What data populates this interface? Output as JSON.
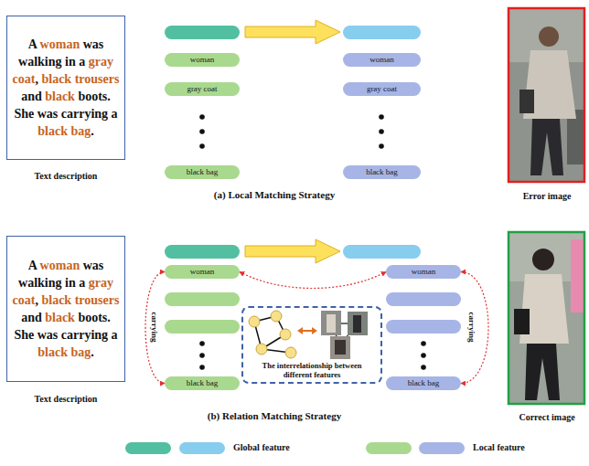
{
  "diagram": {
    "nodes": [
      {
        "text": [
          "A woman was walking in a gray coat, black trousers and black boots. She was carrying a black bag."
        ]
      },
      {
        "text": [
          "woman"
        ]
      },
      {
        "text": [
          "gray coat"
        ]
      },
      {
        "text": [
          "black bag"
        ]
      },
      {
        "text": [
          "woman"
        ]
      },
      {
        "text": [
          "gray coat"
        ]
      },
      {
        "text": [
          "black bag"
        ]
      },
      {
        "text": [
          "A woman was walking in a gray coat, black trousers and black boots. She was carrying a black bag."
        ]
      },
      {
        "text": [
          "woman"
        ]
      },
      {
        "text": [
          "black bag"
        ]
      },
      {
        "text": [
          "woman"
        ]
      },
      {
        "text": [
          "black bag"
        ]
      },
      {
        "text": [
          "The interrelationship between different features"
        ]
      }
    ],
    "edges": [
      {
        "from": 8,
        "to": 9,
        "arrow": "both",
        "label": "carrying"
      },
      {
        "from": 10,
        "to": 11,
        "arrow": "both",
        "label": "carrying"
      },
      {
        "from": 8,
        "to": 10,
        "arrow": "both"
      }
    ],
    "labels": [
      "Text description",
      "(a) Local Matching Strategy",
      "Error image",
      "Text description",
      "(b) Relation Matching Strategy",
      "Correct image"
    ],
    "legend": [
      {
        "text": "Global feature",
        "color": "#52c0a0"
      },
      {
        "text": "Local feature",
        "color": "#a9d98e"
      }
    ]
  }
}
